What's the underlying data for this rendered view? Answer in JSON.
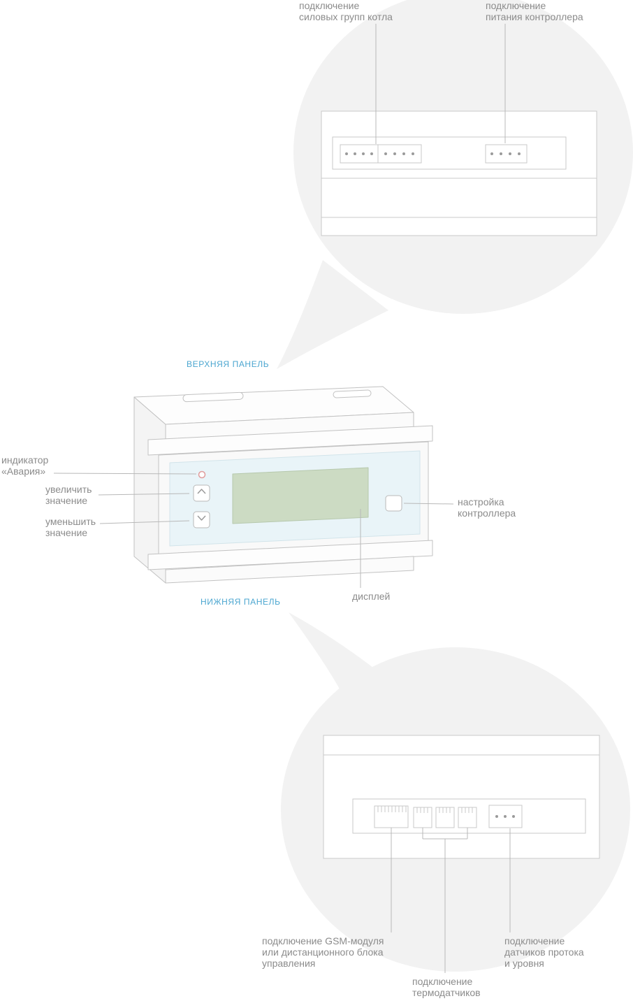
{
  "colors": {
    "accent_blue": "#4ba6d0",
    "label_gray": "#8b8b8b",
    "bubble_gray": "#f2f2f2",
    "leader_line": "#b8b8b8",
    "display_screen": "#ccdbc3",
    "front_panel": "#e9f4f8",
    "alarm_led_ring": "#e09c9c"
  },
  "top_view": {
    "boiler_groups_label": [
      "подключение",
      "силовых групп котла"
    ],
    "power_label": [
      "подключение",
      "питания контроллера"
    ]
  },
  "middle": {
    "top_panel_caption": "ВЕРХНЯЯ ПАНЕЛЬ",
    "bottom_panel_caption": "НИЖНЯЯ ПАНЕЛЬ",
    "alarm_label": [
      "индикатор",
      "«Авария»"
    ],
    "increase_label": [
      "увеличить",
      "значение"
    ],
    "decrease_label": [
      "уменьшить",
      "значение"
    ],
    "settings_label": [
      "настройка",
      "контроллера"
    ],
    "display_label": "дисплей"
  },
  "bottom_view": {
    "gsm_label": [
      "подключение GSM-модуля",
      "или дистанционного блока",
      "управления"
    ],
    "thermo_label": [
      "подключение",
      "термодатчиков"
    ],
    "flow_label": [
      "подключение",
      "датчиков протока",
      "и уровня"
    ]
  }
}
